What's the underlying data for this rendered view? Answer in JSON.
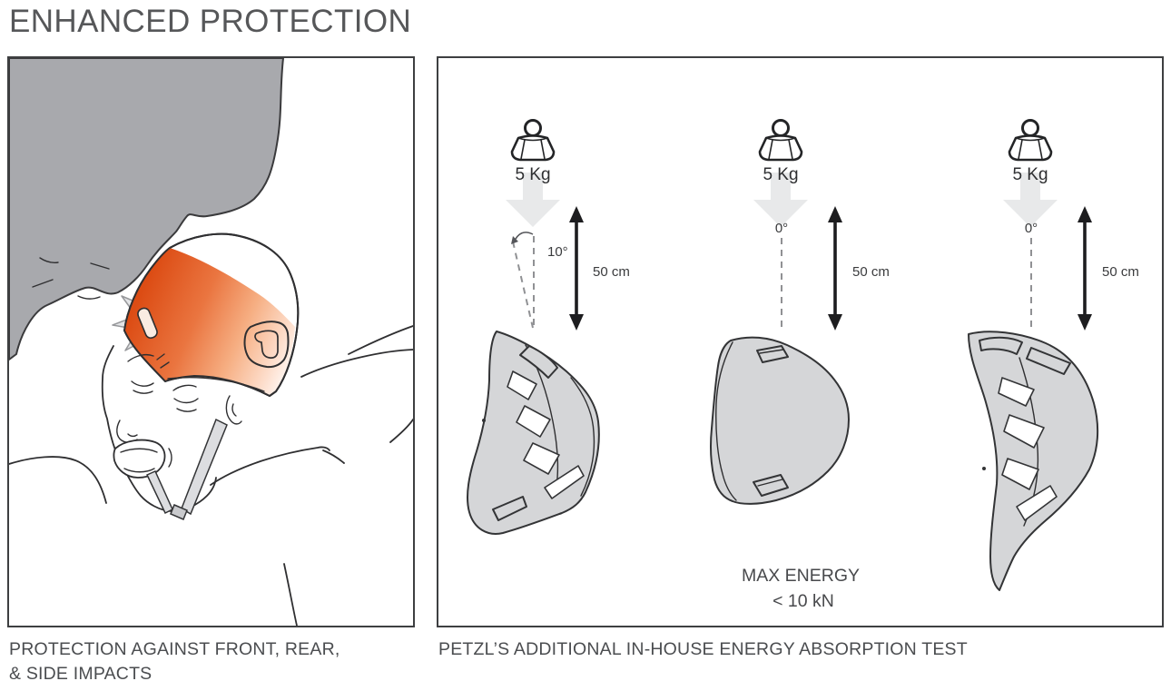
{
  "title": "ENHANCED PROTECTION",
  "left_panel": {
    "caption_line1": "PROTECTION AGAINST FRONT, REAR,",
    "caption_line2": "& SIDE IMPACTS"
  },
  "right_panel": {
    "caption": "PETZL’S ADDITIONAL IN-HOUSE ENERGY ABSORPTION TEST",
    "tests": [
      {
        "weight_label": "5 Kg",
        "angle_label": "10°",
        "height_label": "50 cm"
      },
      {
        "weight_label": "5 Kg",
        "angle_label": "0°",
        "height_label": "50 cm"
      },
      {
        "weight_label": "5 Kg",
        "angle_label": "0°",
        "height_label": "50 cm"
      }
    ],
    "result_line1": "MAX ENERGY",
    "result_line2": "< 10 kN"
  },
  "icons": {
    "weight_icon": "kettlebell-test-weight",
    "drop_arrow_icon": "thick-down-arrow",
    "height_arrow_icon": "double-headed-vertical-arrow",
    "impact_flash_icon": "impact-starburst"
  },
  "colors": {
    "accent_orange": "#dd4e15",
    "rock_gray": "#a8a9ad",
    "helmet_gray": "#d5d6d8",
    "drop_arrow_gray": "#e8e9ea",
    "line_dark": "#2f2f31",
    "text_dark": "#4b4d50",
    "panel_border": "#3e3f41"
  }
}
